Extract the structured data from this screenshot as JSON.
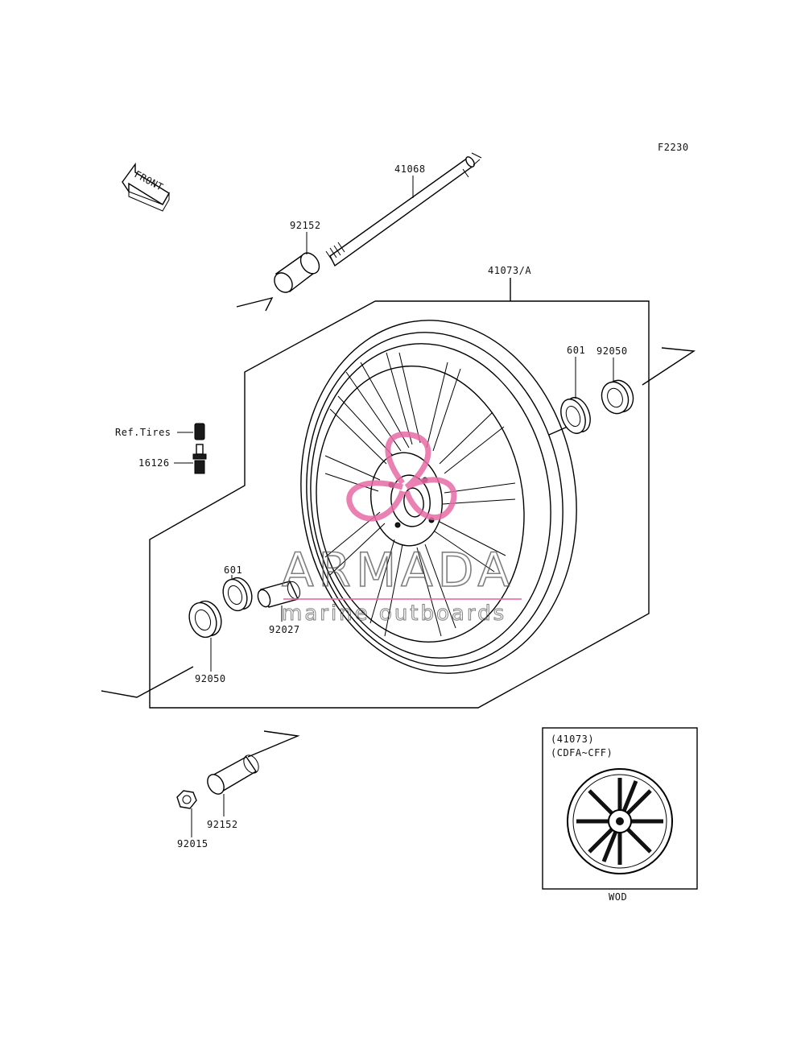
{
  "figure_code": "F2230",
  "front_arrow_text": "FRONT",
  "parts": [
    {
      "id": "axle",
      "number": "41068"
    },
    {
      "id": "collar-top",
      "number": "92152"
    },
    {
      "id": "wheel",
      "number": "41073/A"
    },
    {
      "id": "oil-seal-right",
      "number": "92050"
    },
    {
      "id": "bearing-right",
      "number": "601"
    },
    {
      "id": "ref-tires",
      "number": "Ref.Tires"
    },
    {
      "id": "valve",
      "number": "16126"
    },
    {
      "id": "bearing-left",
      "number": "601"
    },
    {
      "id": "spacer",
      "number": "92027"
    },
    {
      "id": "oil-seal-left",
      "number": "92050"
    },
    {
      "id": "collar-bottom",
      "number": "92152"
    },
    {
      "id": "nut",
      "number": "92015"
    }
  ],
  "inset": {
    "line1": "(41073)",
    "line2": "(CDFA~CFF)",
    "caption": "WOD"
  },
  "watermark": {
    "brand": "ARMADA",
    "tagline": "marine outboards",
    "accent_color": "#e86aa6"
  }
}
